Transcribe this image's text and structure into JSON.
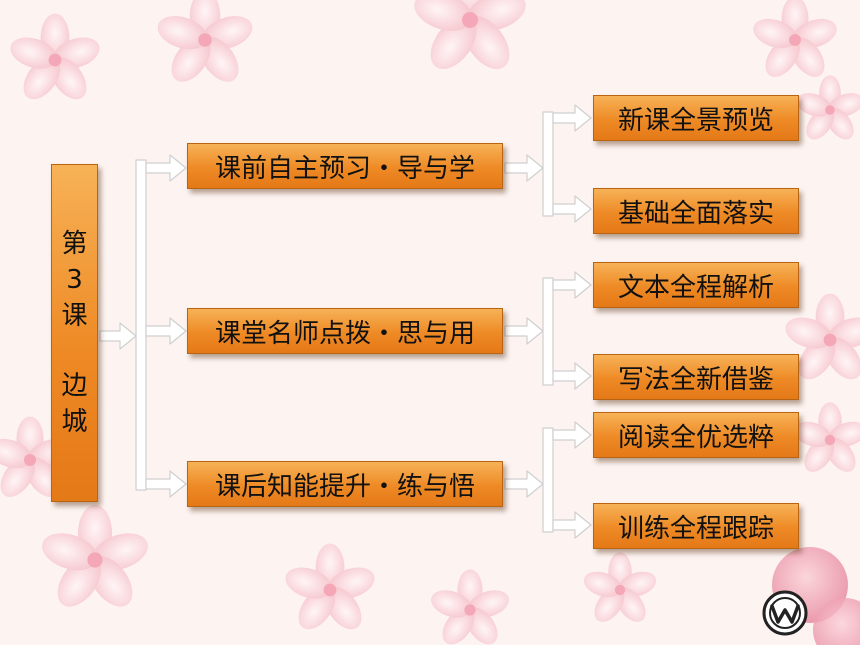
{
  "lesson_box": {
    "chars_top": [
      "第",
      "3",
      "课"
    ],
    "chars_bottom": [
      "边",
      "城"
    ]
  },
  "sections": [
    {
      "label": "课前自主预习・导与学",
      "items": [
        "新课全景预览",
        "基础全面落实"
      ]
    },
    {
      "label": "课堂名师点拨・思与用",
      "items": [
        "文本全程解析",
        "写法全新借鉴"
      ]
    },
    {
      "label": "课后知能提升・练与悟",
      "items": [
        "阅读全优选粹",
        "训练全程跟踪"
      ]
    }
  ],
  "colors": {
    "box_fill": "#ee8a25",
    "box_border": "#b86412",
    "connector": "#ffffff",
    "background": "#fdf4f2"
  }
}
